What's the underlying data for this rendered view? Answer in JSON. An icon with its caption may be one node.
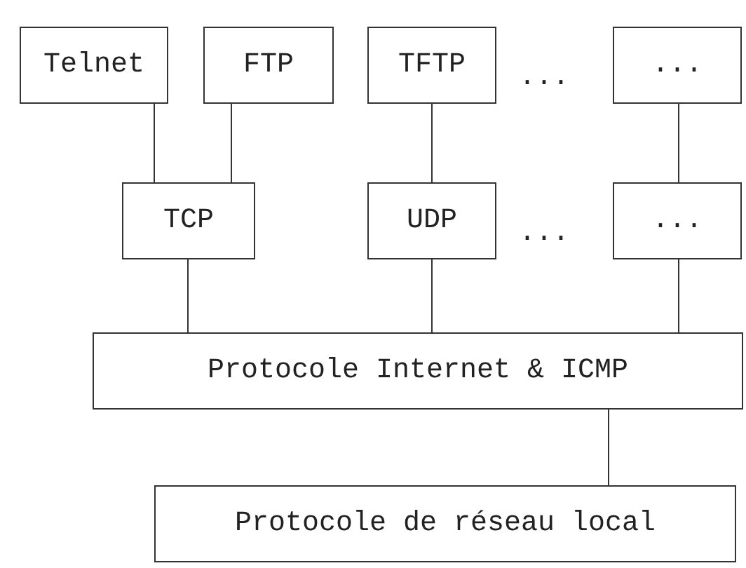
{
  "diagram": {
    "nodes": [
      {
        "text": [
          "Telnet"
        ]
      },
      {
        "text": [
          "FTP"
        ]
      },
      {
        "text": [
          "TFTP"
        ]
      },
      {
        "text": [
          "..."
        ]
      },
      {
        "text": [
          "TCP"
        ]
      },
      {
        "text": [
          "UDP"
        ]
      },
      {
        "text": [
          "..."
        ]
      },
      {
        "text": [
          "Protocole Internet & ICMP"
        ]
      },
      {
        "text": [
          "Protocole de réseau local"
        ]
      }
    ],
    "edges": [
      {
        "from": 0,
        "to": 4,
        "arrow": "none"
      },
      {
        "from": 1,
        "to": 4,
        "arrow": "none"
      },
      {
        "from": 2,
        "to": 5,
        "arrow": "none"
      },
      {
        "from": 3,
        "to": 6,
        "arrow": "none"
      },
      {
        "from": 4,
        "to": 7,
        "arrow": "none"
      },
      {
        "from": 5,
        "to": 7,
        "arrow": "none"
      },
      {
        "from": 6,
        "to": 7,
        "arrow": "none"
      },
      {
        "from": 7,
        "to": 8,
        "arrow": "none"
      }
    ],
    "labels": [
      "...",
      "..."
    ]
  }
}
